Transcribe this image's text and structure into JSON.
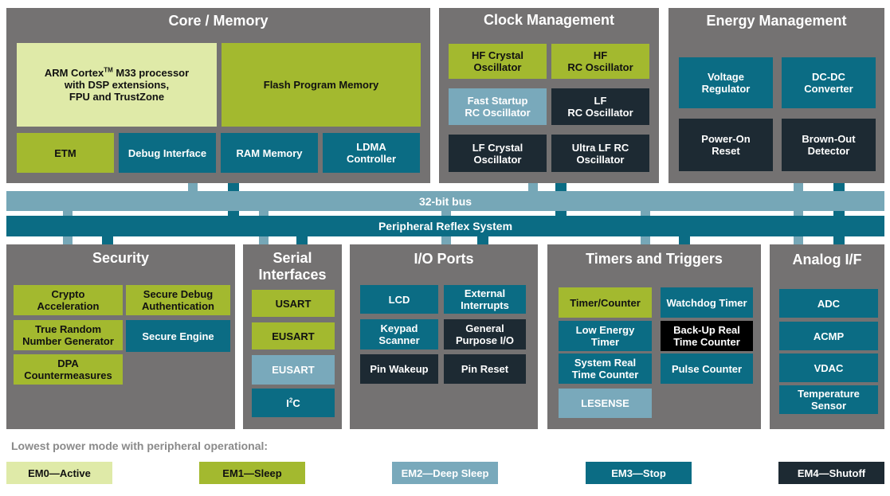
{
  "buses": {
    "bus32": "32-bit bus",
    "prs": "Peripheral Reflex System"
  },
  "core": {
    "title": "Core / Memory",
    "arm_line1": "ARM Cortex",
    "arm_tm": "TM",
    "arm_line1b": " M33 processor",
    "arm_rest": "with DSP extensions,\nFPU and TrustZone",
    "flash": "Flash Program Memory",
    "etm": "ETM",
    "debug": "Debug Interface",
    "ram": "RAM Memory",
    "ldma": "LDMA\nController"
  },
  "clock": {
    "title": "Clock Management",
    "hf_crystal": "HF Crystal\nOscillator",
    "hf_rc": "HF\nRC Oscillator",
    "fast_startup": "Fast Startup\nRC Oscillator",
    "lf_rc": "LF\nRC Oscillator",
    "lf_crystal": "LF Crystal\nOscillator",
    "ulf_rc": "Ultra LF RC\nOscillator"
  },
  "energy": {
    "title": "Energy Management",
    "voltage_regulator": "Voltage\nRegulator",
    "dcdc": "DC-DC\nConverter",
    "power_on_reset": "Power-On\nReset",
    "brown_out": "Brown-Out\nDetector"
  },
  "security": {
    "title": "Security",
    "crypto": "Crypto\nAcceleration",
    "secure_debug": "Secure Debug\nAuthentication",
    "trng": "True Random\nNumber Generator",
    "secure_engine": "Secure Engine",
    "dpa": "DPA\nCountermeasures"
  },
  "serial": {
    "title": "Serial\nInterfaces",
    "usart": "USART",
    "eusart1": "EUSART",
    "eusart2": "EUSART",
    "i2c_base": "I",
    "i2c_sup": "2",
    "i2c_tail": "C"
  },
  "io": {
    "title": "I/O Ports",
    "lcd": "LCD",
    "ext_int": "External\nInterrupts",
    "keypad": "Keypad\nScanner",
    "gpio": "General\nPurpose I/O",
    "pin_wakeup": "Pin Wakeup",
    "pin_reset": "Pin Reset"
  },
  "timers": {
    "title": "Timers and Triggers",
    "timer_counter": "Timer/Counter",
    "watchdog": "Watchdog Timer",
    "le_timer": "Low Energy\nTimer",
    "backup_rtc": "Back-Up Real\nTime Counter",
    "sys_rtc": "System Real\nTime Counter",
    "pulse_counter": "Pulse Counter",
    "lesense": "LESENSE"
  },
  "analog": {
    "title": "Analog I/F",
    "adc": "ADC",
    "acmp": "ACMP",
    "vdac": "VDAC",
    "temp": "Temperature\nSensor"
  },
  "legend": {
    "title": "Lowest power mode with peripheral operational:",
    "em0": "EM0—Active",
    "em1": "EM1—Sleep",
    "em2": "EM2—Deep Sleep",
    "em3": "EM3—Stop",
    "em4": "EM4—Shutoff"
  },
  "colors": {
    "panel": "#747272",
    "em0": "#dfeaa8",
    "em1": "#a3b92f",
    "em2": "#79a9bb",
    "em3": "#0b6c84",
    "em4": "#1d2a33"
  }
}
